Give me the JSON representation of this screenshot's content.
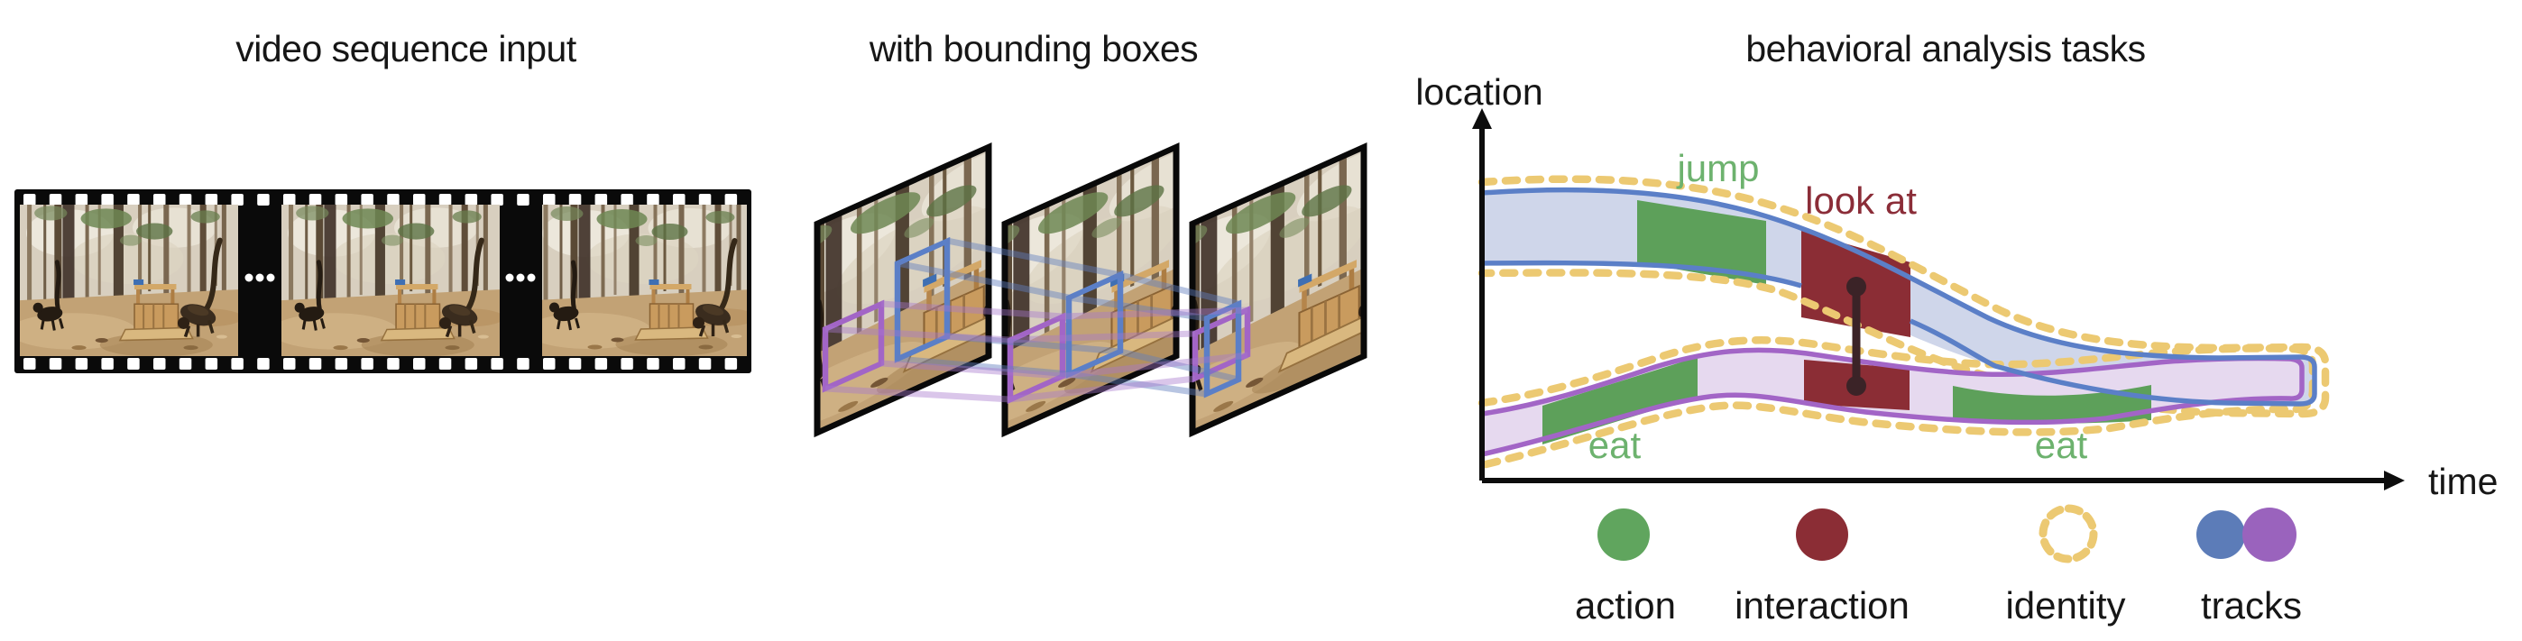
{
  "figure": {
    "panels": {
      "video_input": {
        "title": "video sequence input",
        "frame_count": 3,
        "frame_gap_ellipsis": "•••"
      },
      "bounding_boxes": {
        "title": "with bounding boxes",
        "frame_count": 3,
        "box_colors": [
          "#5b7fc7",
          "#a265c6"
        ]
      },
      "behavior": {
        "title": "behavioral analysis tasks",
        "y_axis_label": "location",
        "x_axis_label": "time",
        "annotations": {
          "jump": "jump",
          "look_at": "look at",
          "eat_first": "eat",
          "eat_second": "eat"
        },
        "tracks": [
          {
            "name": "track-blue",
            "stroke": "#5b7fc7",
            "fill": "#cfd6ea",
            "segments": [
              "jump",
              "look at"
            ]
          },
          {
            "name": "track-purple",
            "stroke": "#a265c6",
            "fill": "#e6d9ef",
            "segments": [
              "eat",
              "look at",
              "eat"
            ]
          }
        ]
      }
    },
    "legend": {
      "items": [
        {
          "id": "action",
          "label": "action",
          "icon": "green-circle",
          "color": "#60a55e"
        },
        {
          "id": "interaction",
          "label": "interaction",
          "icon": "dark-red-circle",
          "color": "#8b2d35"
        },
        {
          "id": "identity",
          "label": "identity",
          "icon": "dashed-yellow-circle",
          "color": "#ecc972"
        },
        {
          "id": "tracks",
          "label": "tracks",
          "icon": "blue-purple-overlapping-circles",
          "colors": [
            "#5c7cb8",
            "#9a63bd"
          ]
        }
      ]
    },
    "colors": {
      "track_blue_stroke": "#5b7fc7",
      "track_blue_fill": "#cfd6ea",
      "track_purple_stroke": "#a265c6",
      "track_purple_fill": "#e6d9ef",
      "action_green": "#5da05a",
      "interaction_red": "#8b2d35",
      "identity_yellow": "#ecc972",
      "annotation_green_text": "#6db26e",
      "annotation_red_text": "#8b2d38",
      "film_strip_black": "#0a0a0a"
    }
  }
}
